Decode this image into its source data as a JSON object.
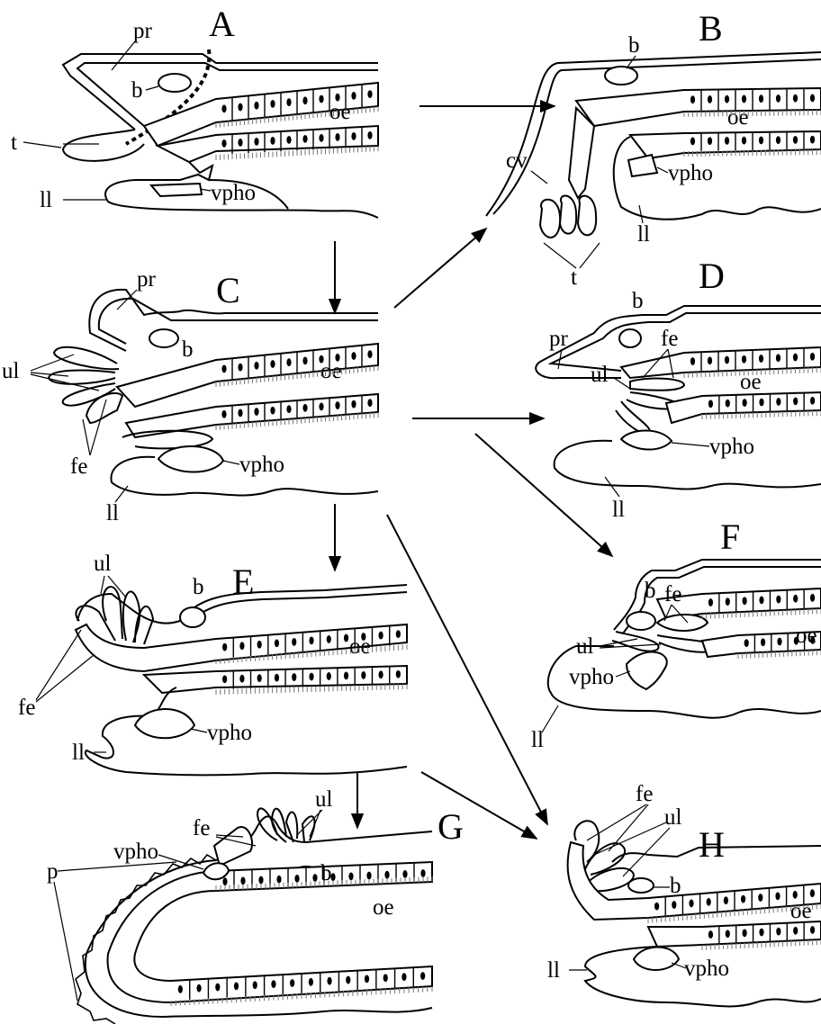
{
  "figure": {
    "panels": [
      {
        "id": "A",
        "letter": "A"
      },
      {
        "id": "B",
        "letter": "B"
      },
      {
        "id": "C",
        "letter": "C"
      },
      {
        "id": "D",
        "letter": "D"
      },
      {
        "id": "E",
        "letter": "E"
      },
      {
        "id": "F",
        "letter": "F"
      },
      {
        "id": "G",
        "letter": "G"
      },
      {
        "id": "H",
        "letter": "H"
      }
    ],
    "labels": {
      "pr": "pr",
      "b": "b",
      "oe": "oe",
      "t": "t",
      "ll": "ll",
      "vpho": "vpho",
      "cv": "cv",
      "ul": "ul",
      "fe": "fe",
      "p": "p"
    }
  }
}
